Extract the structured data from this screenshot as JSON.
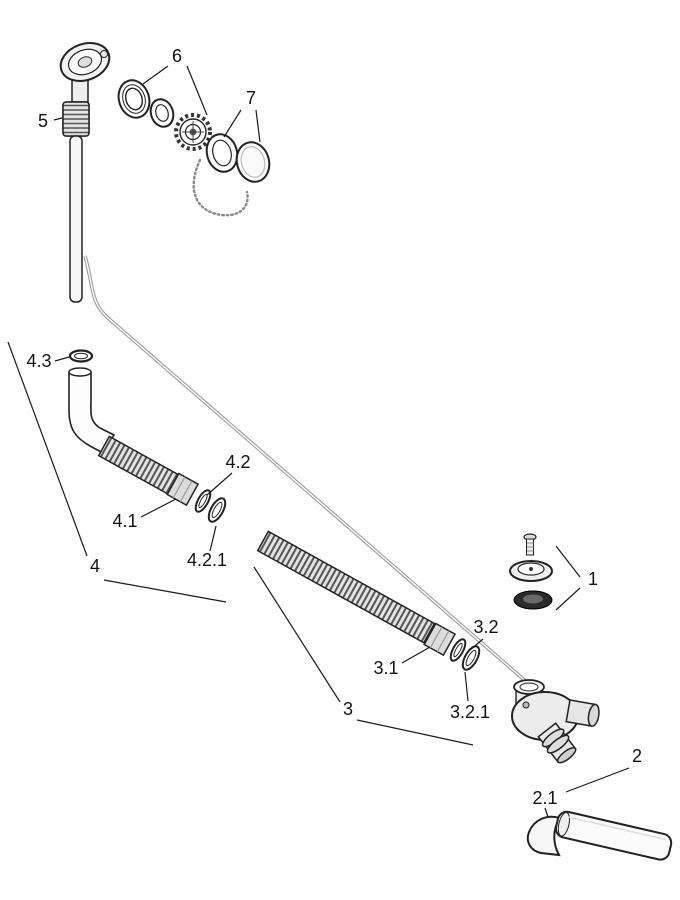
{
  "diagram": {
    "kind": "exploded-parts-diagram",
    "background_color": "#ffffff",
    "line_color": "#1a1a1a",
    "part_labels": {
      "p1": "1",
      "p2": "2",
      "p2_1": "2.1",
      "p3": "3",
      "p3_1": "3.1",
      "p3_2": "3.2",
      "p3_2_1": "3.2.1",
      "p4": "4",
      "p4_1": "4.1",
      "p4_2": "4.2",
      "p4_2_1": "4.2.1",
      "p4_3": "4.3",
      "p5": "5",
      "p6": "6",
      "p7": "7"
    }
  }
}
